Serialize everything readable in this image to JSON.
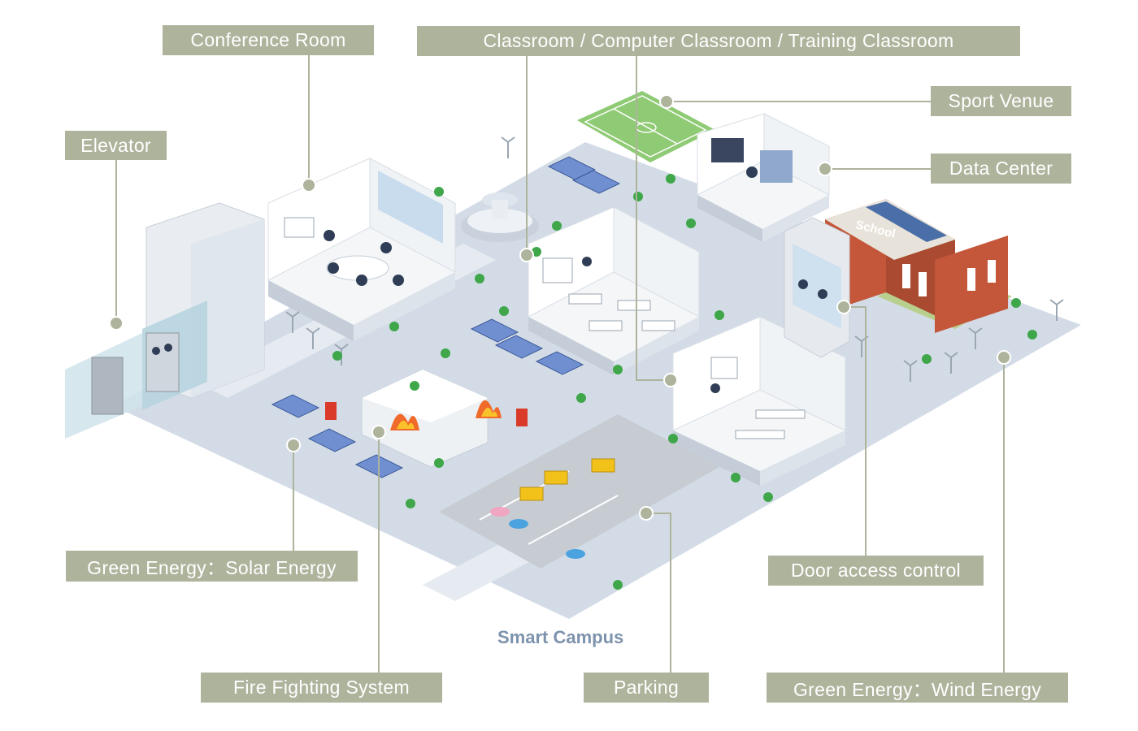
{
  "title": "Smart Campus",
  "building_sign": "School",
  "labels": {
    "conference_room": "Conference Room",
    "classroom": "Classroom / Computer Classroom / Training Classroom",
    "sport_venue": "Sport Venue",
    "data_center": "Data Center",
    "elevator": "Elevator",
    "solar_energy": "Green Energy：Solar Energy",
    "fire_fighting": "Fire Fighting System",
    "parking": "Parking",
    "door_access": "Door access control",
    "wind_energy": "Green Energy：Wind Energy"
  },
  "colors": {
    "label_bg": "#aeb39c",
    "label_text": "#ffffff",
    "ground": "#d3dce6",
    "floor": "#ffffff",
    "connector": "#aeb39c",
    "title_text": "#7d93ad",
    "school_brick": "#c4573a",
    "field_green": "#8fca74",
    "tree_green": "#3fa64a"
  }
}
